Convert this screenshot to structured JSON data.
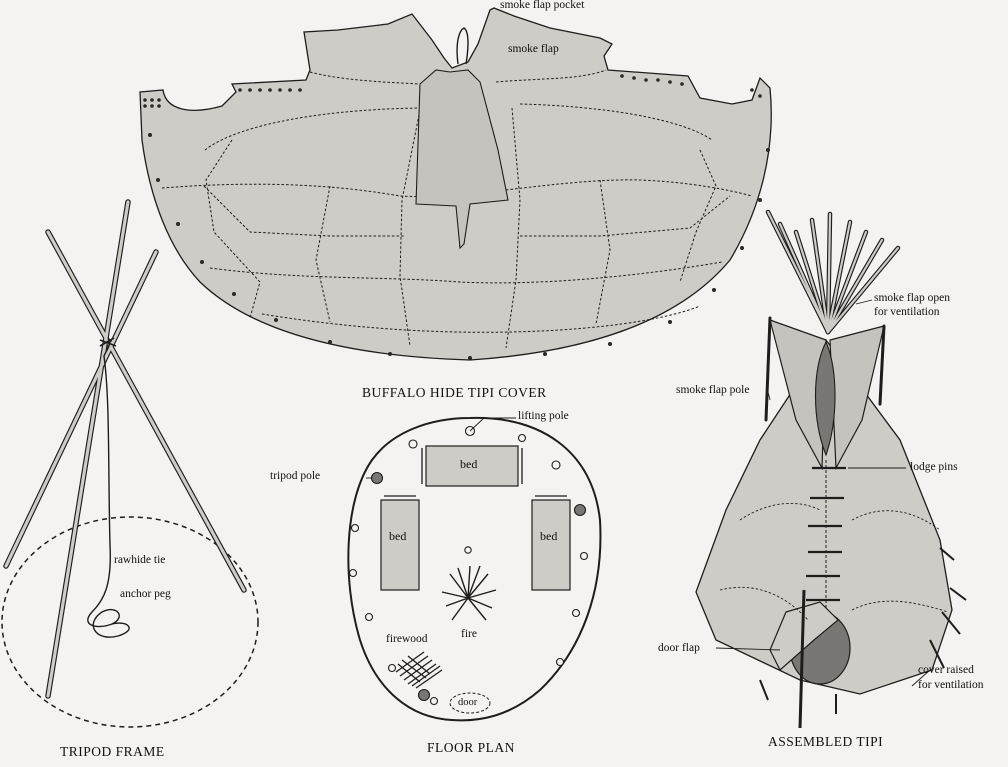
{
  "colors": {
    "background": "#f4f3f1",
    "hide": "#cfccc8",
    "hide_dark": "#b9b6b1",
    "ink": "#1f1d1b",
    "fill_dark": "#7a7673"
  },
  "cover": {
    "caption": "BUFFALO HIDE TIPI COVER",
    "labels": {
      "smoke_flap_pocket": "smoke flap pocket",
      "smoke_flap": "smoke flap"
    }
  },
  "tripod": {
    "caption": "TRIPOD FRAME",
    "labels": {
      "rawhide_tie": "rawhide tie",
      "anchor_peg": "anchor peg"
    }
  },
  "floor_plan": {
    "caption": "FLOOR PLAN",
    "labels": {
      "lifting_pole": "lifting pole",
      "tripod_pole": "tripod pole",
      "bed_top": "bed",
      "bed_left": "bed",
      "bed_right": "bed",
      "fire": "fire",
      "firewood": "firewood",
      "door": "door"
    }
  },
  "assembled": {
    "caption": "ASSEMBLED TIPI",
    "labels": {
      "smoke_flap_open_1": "smoke flap open",
      "smoke_flap_open_2": "for ventilation",
      "smoke_flap_pole": "smoke flap pole",
      "lodge_pins": "lodge pins",
      "door_flap": "door flap",
      "cover_raised_1": "cover raised",
      "cover_raised_2": "for ventilation"
    }
  }
}
